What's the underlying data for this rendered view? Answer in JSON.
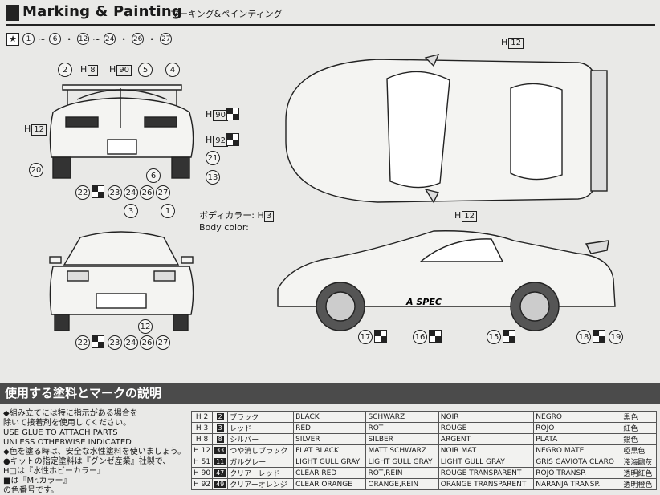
{
  "header": {
    "title_en": "Marking & Painting",
    "title_jp": "マーキング&ペインティング"
  },
  "marks_row": {
    "star": "★",
    "items": [
      "1",
      "~",
      "6",
      "・",
      "12",
      "~",
      "24",
      "・",
      "26",
      "・",
      "27"
    ]
  },
  "callouts": {
    "rear": [
      "2",
      "4",
      "5",
      "6",
      "13",
      "20",
      "21",
      "22",
      "23",
      "24",
      "26",
      "27"
    ],
    "front": [
      "3",
      "1",
      "12",
      "22",
      "23",
      "24",
      "26",
      "27"
    ],
    "side": [
      "17",
      "16",
      "15",
      "18",
      "19"
    ]
  },
  "hlabels": {
    "h8": "H",
    "h8_box": "8",
    "h90": "H",
    "h90_box": "90",
    "h12": "H",
    "h12_box": "12",
    "h92": "H",
    "h92_box": "92"
  },
  "body_color": {
    "jp": "ボディカラー:",
    "box_prefix": "H",
    "box": "3",
    "en": "Body color:"
  },
  "section": {
    "title": "使用する塗料とマークの説明"
  },
  "notes": [
    "◆組み立てには特に指示がある場合を",
    "  除いて接着剤を使用してください。",
    "  USE GLUE TO ATTACH PARTS",
    "  UNLESS OTHERWISE INDICATED",
    "◆色を塗る時は、安全な水性塗料を使いましょう。",
    "●キットの指定塗料は『グンゼ産業』社製で、",
    "  H□は『水性ホビーカラー』",
    "  ■は『Mr.カラー』",
    "  の色番号です。"
  ],
  "paints": [
    {
      "h": "H 2",
      "n": "2",
      "jp": "ブラック",
      "en": "BLACK",
      "de": "SCHWARZ",
      "fr": "NOIR",
      "es": "NEGRO",
      "cn": "黒色"
    },
    {
      "h": "H 3",
      "n": "3",
      "jp": "レッド",
      "en": "RED",
      "de": "ROT",
      "fr": "ROUGE",
      "es": "ROJO",
      "cn": "紅色"
    },
    {
      "h": "H 8",
      "n": "8",
      "jp": "シルバー",
      "en": "SILVER",
      "de": "SILBER",
      "fr": "ARGENT",
      "es": "PLATA",
      "cn": "銀色"
    },
    {
      "h": "H 12",
      "n": "33",
      "jp": "つや消しブラック",
      "en": "FLAT BLACK",
      "de": "MATT SCHWARZ",
      "fr": "NOIR MAT",
      "es": "NEGRO MATE",
      "cn": "啞黒色"
    },
    {
      "h": "H 51",
      "n": "11",
      "jp": "ガルグレー",
      "en": "LIGHT GULL GRAY",
      "de": "LIGHT GULL GRAY",
      "fr": "LIGHT GULL GRAY",
      "es": "GRIS GAVIOTA CLARO",
      "cn": "淺海鷗灰"
    },
    {
      "h": "H 90",
      "n": "47",
      "jp": "クリアーレッド",
      "en": "CLEAR RED",
      "de": "ROT,REIN",
      "fr": "ROUGE TRANSPARENT",
      "es": "ROJO TRANSP.",
      "cn": "透明紅色"
    },
    {
      "h": "H 92",
      "n": "49",
      "jp": "クリアーオレンジ",
      "en": "CLEAR ORANGE",
      "de": "ORANGE,REIN",
      "fr": "ORANGE TRANSPARENT",
      "es": "NARANJA TRANSP.",
      "cn": "透明橙色"
    }
  ],
  "decal_text": {
    "aspec": "A SPEC"
  }
}
